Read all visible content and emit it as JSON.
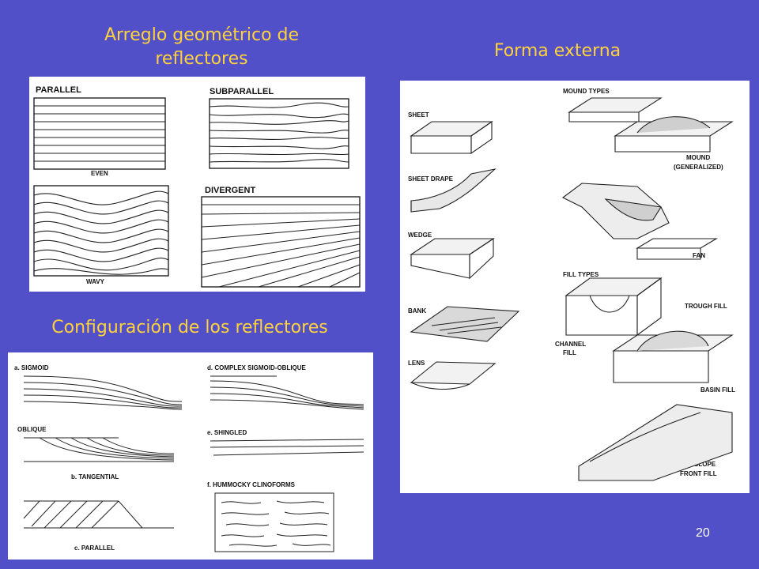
{
  "titles": {
    "arreglo": "Arreglo geométrico de reflectores",
    "forma": "Forma externa",
    "configuracion": "Configuración de los reflectores"
  },
  "panel_geometric": {
    "parallel": "PARALLEL",
    "subparallel": "SUBPARALLEL",
    "even": "EVEN",
    "divergent": "DIVERGENT",
    "wavy": "WAVY"
  },
  "panel_external": {
    "sheet": "SHEET",
    "sheet_drape": "SHEET DRAPE",
    "wedge": "WEDGE",
    "bank": "BANK",
    "lens": "LENS",
    "mound_types": "MOUND TYPES",
    "mound": "MOUND",
    "mound_generalized": "(GENERALIZED)",
    "fan": "FAN",
    "fill_types": "FILL TYPES",
    "trough_fill": "TROUGH FILL",
    "channel": "CHANNEL",
    "channel_fill": "FILL",
    "basin_fill": "BASIN FILL",
    "slope": "SLOPE",
    "front_fill": "FRONT FILL"
  },
  "panel_config": {
    "sigmoid": "a. SIGMOID",
    "oblique": "OBLIQUE",
    "tangential": "b. TANGENTIAL",
    "parallel": "c. PARALLEL",
    "complex": "d. COMPLEX SIGMOID-OBLIQUE",
    "shingled": "e. SHINGLED",
    "hummocky": "f. HUMMOCKY CLINOFORMS"
  },
  "page_number": "20",
  "colors": {
    "background": "#5150c8",
    "title": "#ffd23c"
  }
}
